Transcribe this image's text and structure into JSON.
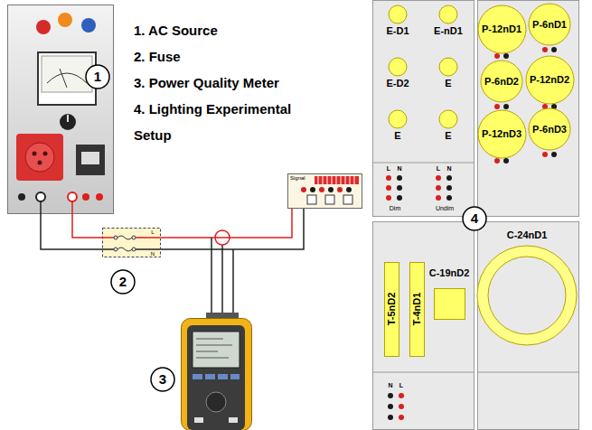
{
  "diagram": {
    "nodes": [
      {
        "text": [
          "E-D1"
        ]
      },
      {
        "text": [
          "E-nD1"
        ]
      },
      {
        "text": [
          "E-D2"
        ]
      },
      {
        "text": [
          "E"
        ]
      },
      {
        "text": [
          "E"
        ]
      },
      {
        "text": [
          "E"
        ]
      },
      {
        "text": [
          "P-12nD1"
        ]
      },
      {
        "text": [
          "P-6nD1"
        ]
      },
      {
        "text": [
          "P-6nD2"
        ]
      },
      {
        "text": [
          "P-12nD2"
        ]
      },
      {
        "text": [
          "P-12nD3"
        ]
      },
      {
        "text": [
          "P-6nD3"
        ]
      },
      {
        "text": [
          "T-5nD2"
        ]
      },
      {
        "text": [
          "T-4nD1"
        ]
      },
      {
        "text": [
          "C-19nD2"
        ]
      },
      {
        "text": [
          "C-24nD1"
        ]
      }
    ],
    "labels": [
      "1. AC Source",
      "2. Fuse",
      "3. Power Quality Meter",
      "4. Lighting Experimental Setup",
      "1",
      "2",
      "3",
      "4",
      "L",
      "N",
      "Signal",
      "L",
      "N",
      "L",
      "N",
      "Dim",
      "Undim",
      "N",
      "L"
    ]
  }
}
